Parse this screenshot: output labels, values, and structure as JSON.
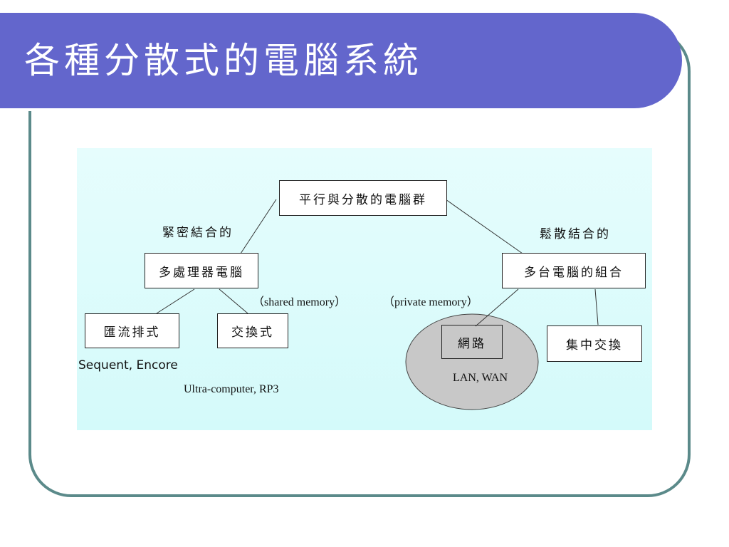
{
  "slide": {
    "title": "各種分散式的電腦系統"
  },
  "diagram": {
    "root": "平行與分散的電腦群",
    "left_branch_label": "緊密結合的",
    "right_branch_label": "鬆散結合的",
    "multiprocessor": "多處理器電腦",
    "multicomputer": "多台電腦的組合",
    "shared_memory": "（shared memory）",
    "private_memory": "（private memory）",
    "bus": "匯流排式",
    "switched": "交換式",
    "network": "網路",
    "central_switch": "集中交換",
    "bus_examples": "Sequent, Encore",
    "switched_examples": "Ultra-computer, RP3",
    "network_examples": "LAN, WAN",
    "colors": {
      "title_bar": "#6366cc",
      "frame": "#5b8a8a",
      "diagram_bg": "#dcfbfb",
      "ellipse_fill": "#c8c8c8"
    }
  }
}
